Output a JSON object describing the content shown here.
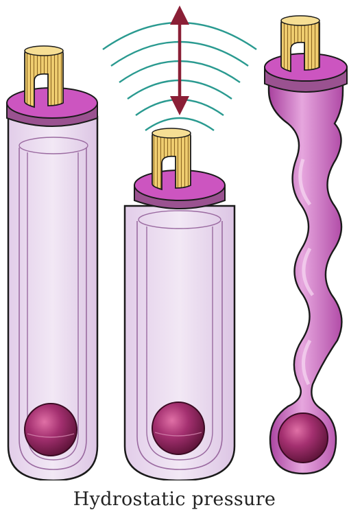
{
  "caption": "Hydrostatic pressure",
  "colors": {
    "tube_fill": "#e9daf0",
    "tube_outline": "#1a1a1a",
    "inner_line": "#9a6aa0",
    "cap_top": "#cc55c0",
    "cap_band": "#9a5290",
    "bristles": "#e8c060",
    "bristle_lines": "#8a6420",
    "ball": "#8a2456",
    "wave_lines": "#2a9a90",
    "arrow": "#8a1f36",
    "squeezed_tube": "#c25ab8"
  },
  "icons": {
    "arrow": "double-headed-vertical-arrow",
    "waves": "concentric-arc-waves"
  }
}
